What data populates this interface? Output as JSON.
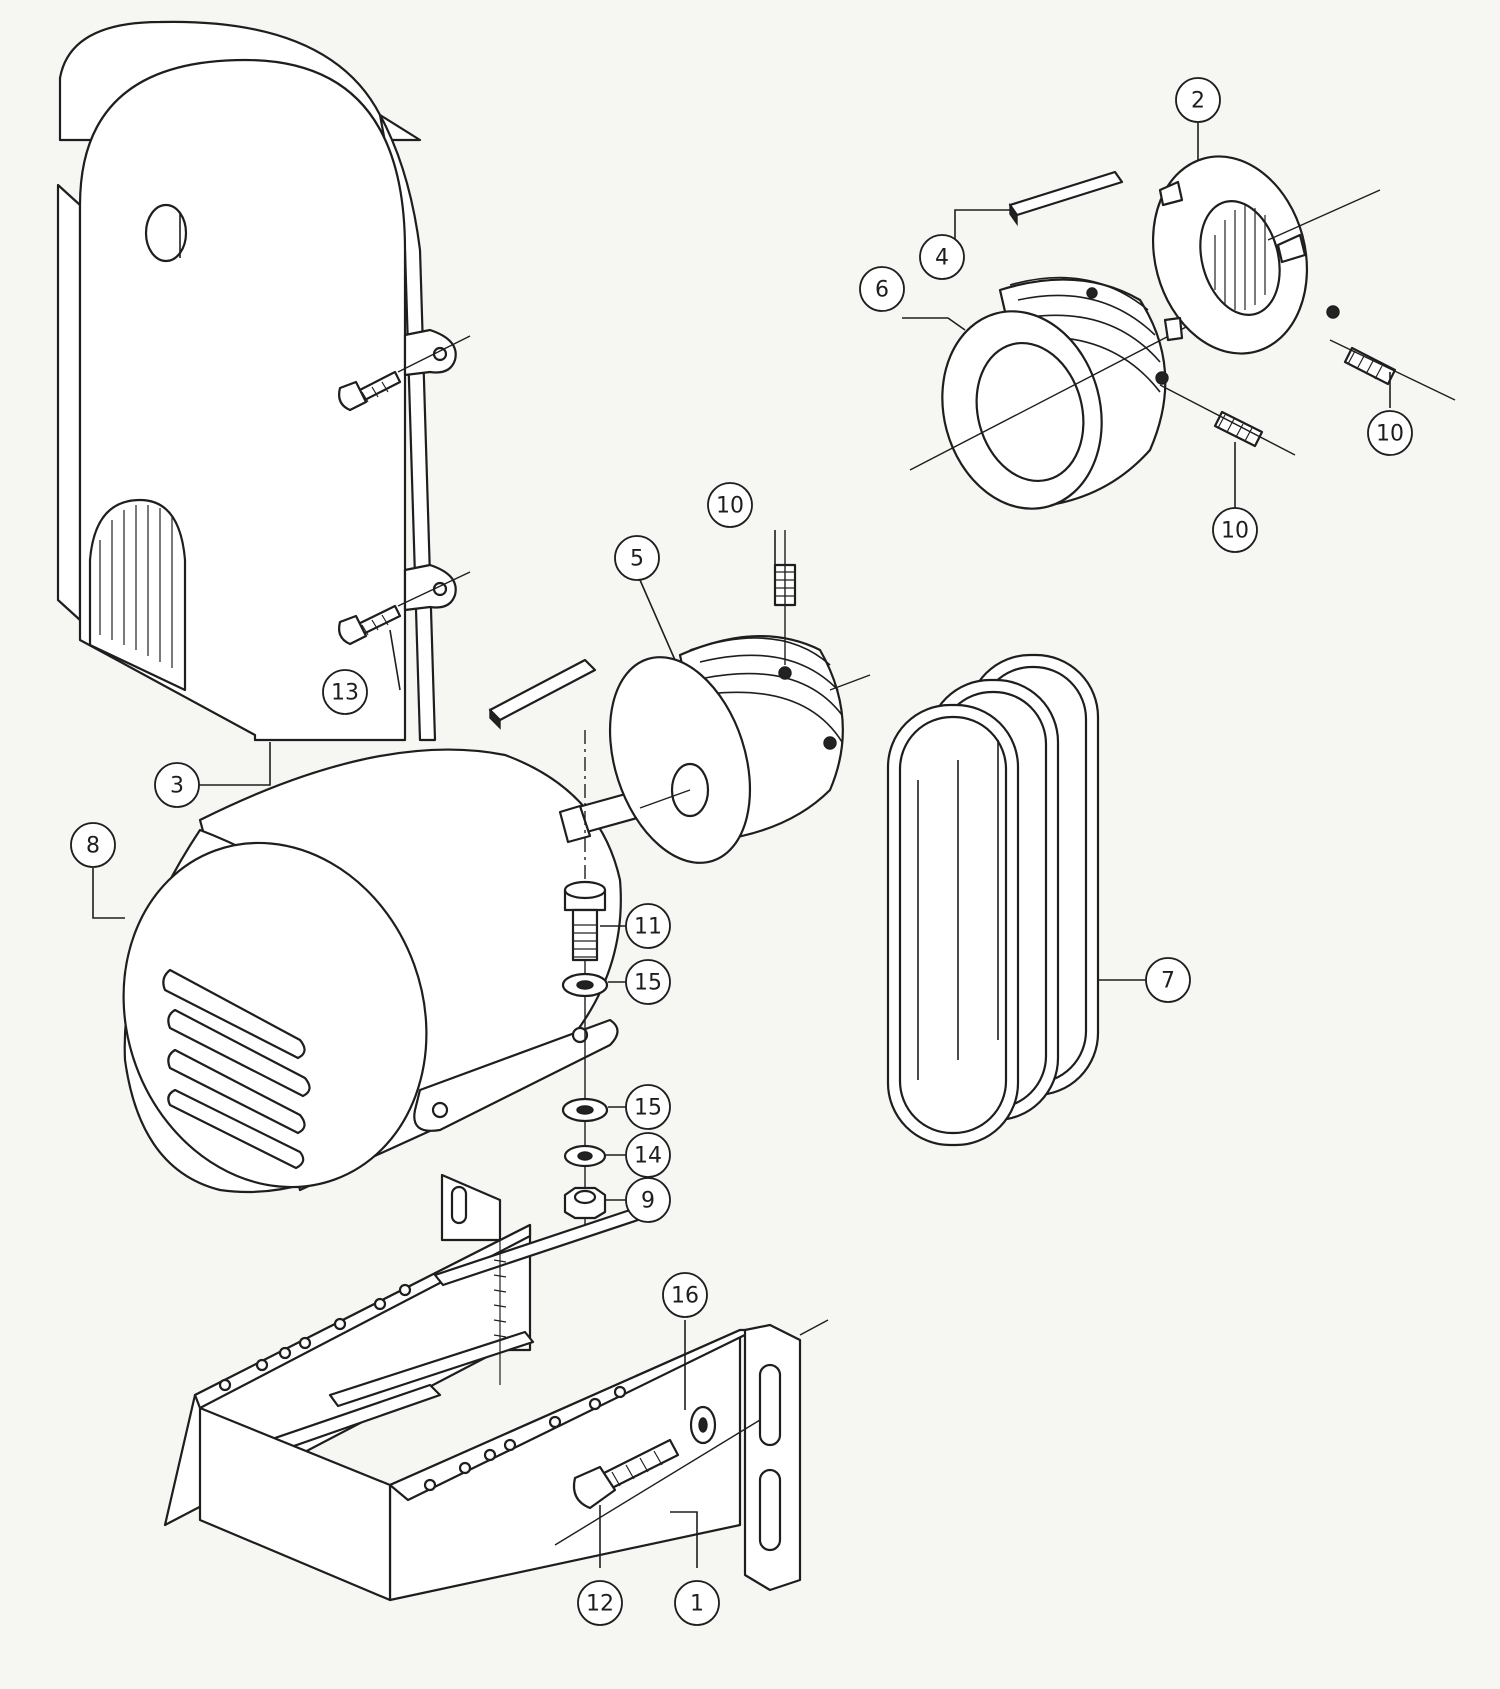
{
  "diagram": {
    "type": "exploded-assembly",
    "colors": {
      "ink": "#1e1e1e",
      "paper": "#f6f6f2"
    },
    "callouts": [
      {
        "id": "c1",
        "label": "1"
      },
      {
        "id": "c2",
        "label": "2"
      },
      {
        "id": "c3",
        "label": "3"
      },
      {
        "id": "c4",
        "label": "4"
      },
      {
        "id": "c5",
        "label": "5"
      },
      {
        "id": "c6",
        "label": "6"
      },
      {
        "id": "c7",
        "label": "7"
      },
      {
        "id": "c8",
        "label": "8"
      },
      {
        "id": "c9",
        "label": "9"
      },
      {
        "id": "c10a",
        "label": "10"
      },
      {
        "id": "c10b",
        "label": "10"
      },
      {
        "id": "c10c",
        "label": "10"
      },
      {
        "id": "c11",
        "label": "11"
      },
      {
        "id": "c12",
        "label": "12"
      },
      {
        "id": "c13",
        "label": "13"
      },
      {
        "id": "c14",
        "label": "14"
      },
      {
        "id": "c15a",
        "label": "15"
      },
      {
        "id": "c15b",
        "label": "15"
      },
      {
        "id": "c16",
        "label": "16"
      }
    ]
  }
}
